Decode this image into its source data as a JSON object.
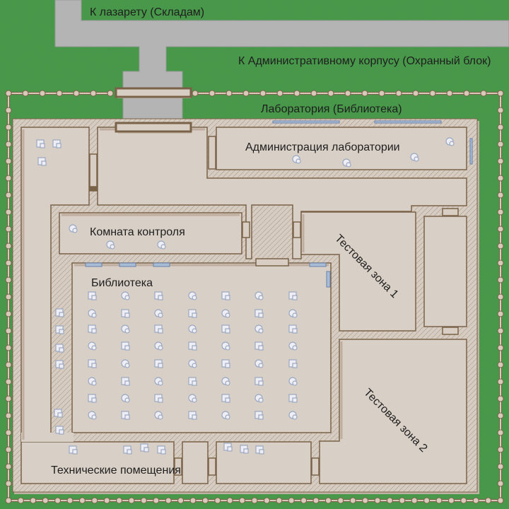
{
  "map": {
    "colors": {
      "grass": "#4a9a4c",
      "road": "#b4b4b4",
      "floor": "#d8cfc6",
      "wall": "#d3c8bc",
      "wall_line": "#7a6248",
      "window": "#a8bcd6",
      "window_line": "#6a82a8",
      "fence": "#d8cabb",
      "furniture": "#eeeef4",
      "furniture_line": "#9aa8c2"
    },
    "road_labels": {
      "infirmary": "К лазарету (Складам)",
      "admin_building": "К Административному корпусу (Охранный блок)"
    },
    "building_label": "Лаборатория (Библиотека)",
    "rooms": {
      "lab_admin": "Администрация лаборатории",
      "control_room": "Комната контроля",
      "library": "Библиотека",
      "test_zone_1": "Тестовая зона 1",
      "test_zone_2": "Тестовая зона 2",
      "technical_rooms": "Технические помещения"
    }
  }
}
